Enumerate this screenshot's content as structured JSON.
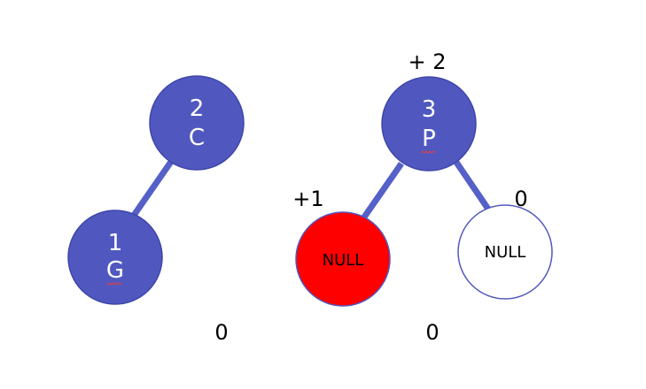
{
  "colors": {
    "node_blue": "#5058c0",
    "edge_blue": "#5560c8",
    "null_red": "#ff0000",
    "null_white": "#ffffff"
  },
  "trees": [
    {
      "root": {
        "number": "2",
        "letter": "C"
      },
      "child": {
        "number": "1",
        "letter": "G"
      }
    },
    {
      "root_balance": "+ 2",
      "root": {
        "number": "3",
        "letter": "P"
      },
      "left": {
        "label": "NULL",
        "balance": "+1"
      },
      "right": {
        "label": "NULL",
        "balance": "0"
      }
    }
  ],
  "bottom_labels": [
    "0",
    "0"
  ]
}
